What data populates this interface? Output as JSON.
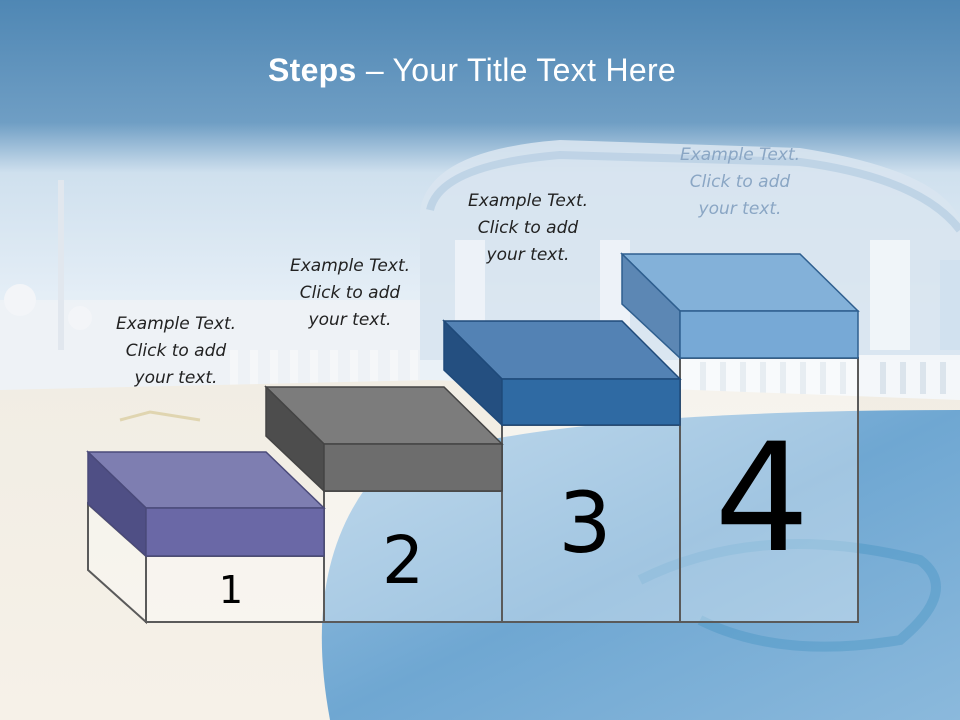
{
  "title": {
    "bold": "Steps",
    "rest": " – Your Title Text Here"
  },
  "steps": [
    {
      "number": "1",
      "caption": [
        "Example Text.",
        "Click  to add",
        "your text."
      ],
      "color": "#6a68a6"
    },
    {
      "number": "2",
      "caption": [
        "Example Text.",
        "Click  to add",
        "your text."
      ],
      "color": "#6d6d6d"
    },
    {
      "number": "3",
      "caption": [
        "Example Text.",
        "Click  to add",
        "your text."
      ],
      "color": "#2f6aa3"
    },
    {
      "number": "4",
      "caption": [
        "Example Text.",
        "Click  to add",
        "your text."
      ],
      "color": "#77a9d6"
    }
  ]
}
